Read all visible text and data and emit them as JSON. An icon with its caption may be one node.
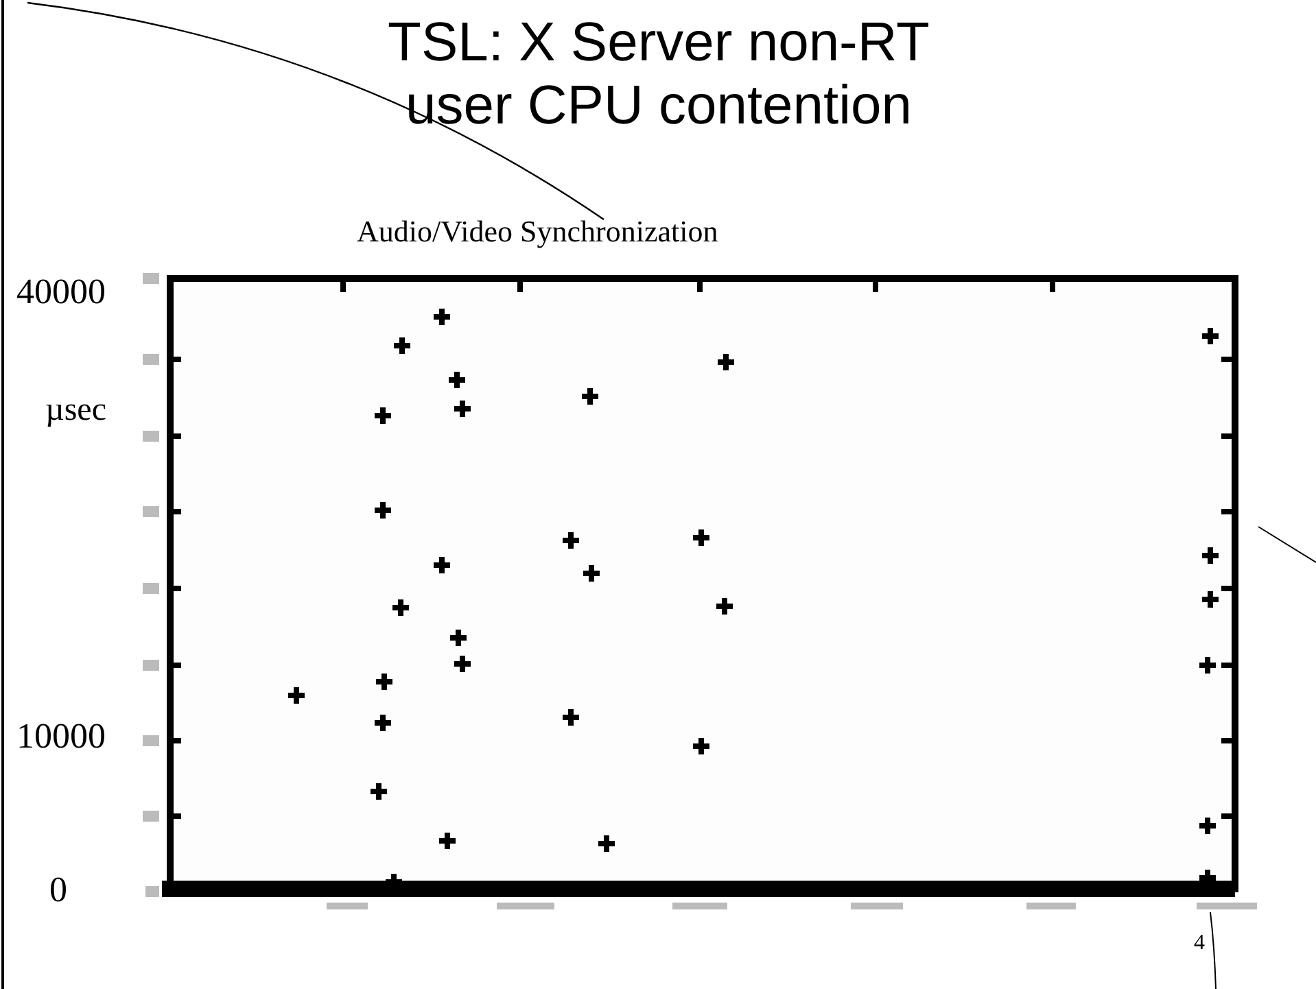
{
  "diagram": {
    "title": "TSL: X Server non-RT user CPU contention",
    "labels": [
      "Audio/Video Synchronization",
      "40000",
      "µsec",
      "10000",
      "0",
      "4"
    ]
  }
}
